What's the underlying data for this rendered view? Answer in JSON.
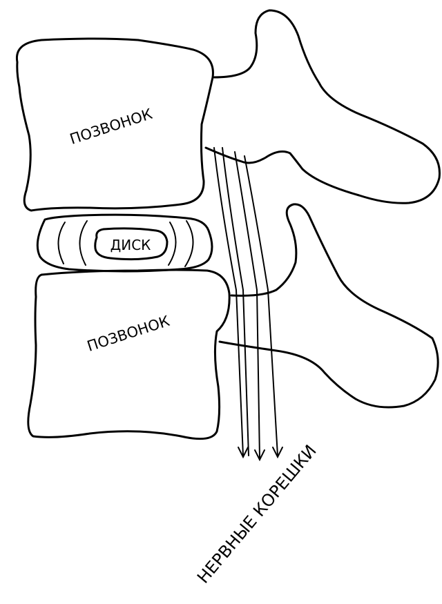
{
  "labels": {
    "upper_vertebra": "ПОЗВОНОК",
    "disc": "ДИСК",
    "lower_vertebra": "ПОЗВОНОК",
    "nerve_roots": "НЕРВНЫЕ КОРЕШКИ"
  },
  "colors": {
    "line": "#000000",
    "background": "#ffffff"
  }
}
